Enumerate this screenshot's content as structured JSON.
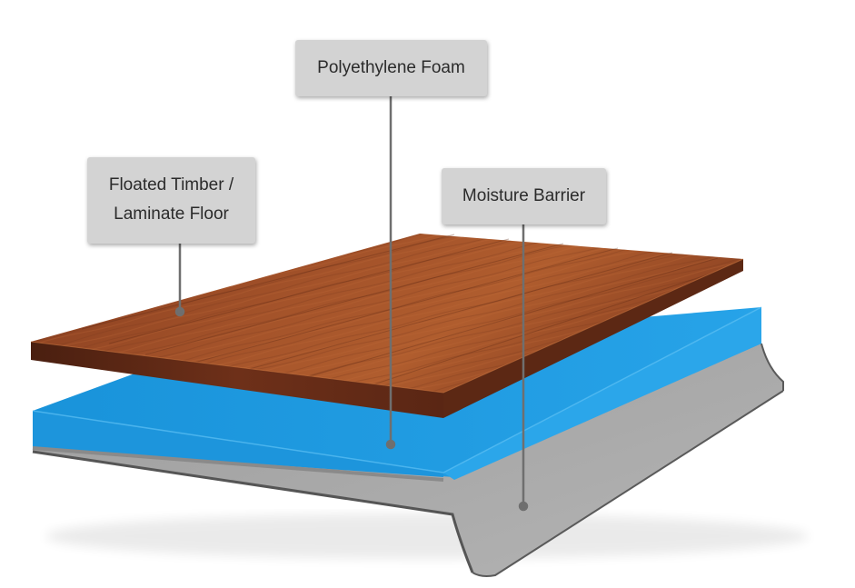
{
  "labels": {
    "timber_line1": "Floated Timber /",
    "timber_line2": "Laminate Floor",
    "foam": "Polyethylene Foam",
    "barrier": "Moisture Barrier"
  },
  "colors": {
    "wood_top": "#a4532a",
    "wood_dark": "#6e3019",
    "foam": "#1f9be0",
    "foam_side": "#2ba6ea",
    "barrier": "#a8a8a8",
    "barrier_edge": "#555555",
    "callout_bg": "#d3d3d3",
    "leader_line": "#6f6f6f"
  }
}
